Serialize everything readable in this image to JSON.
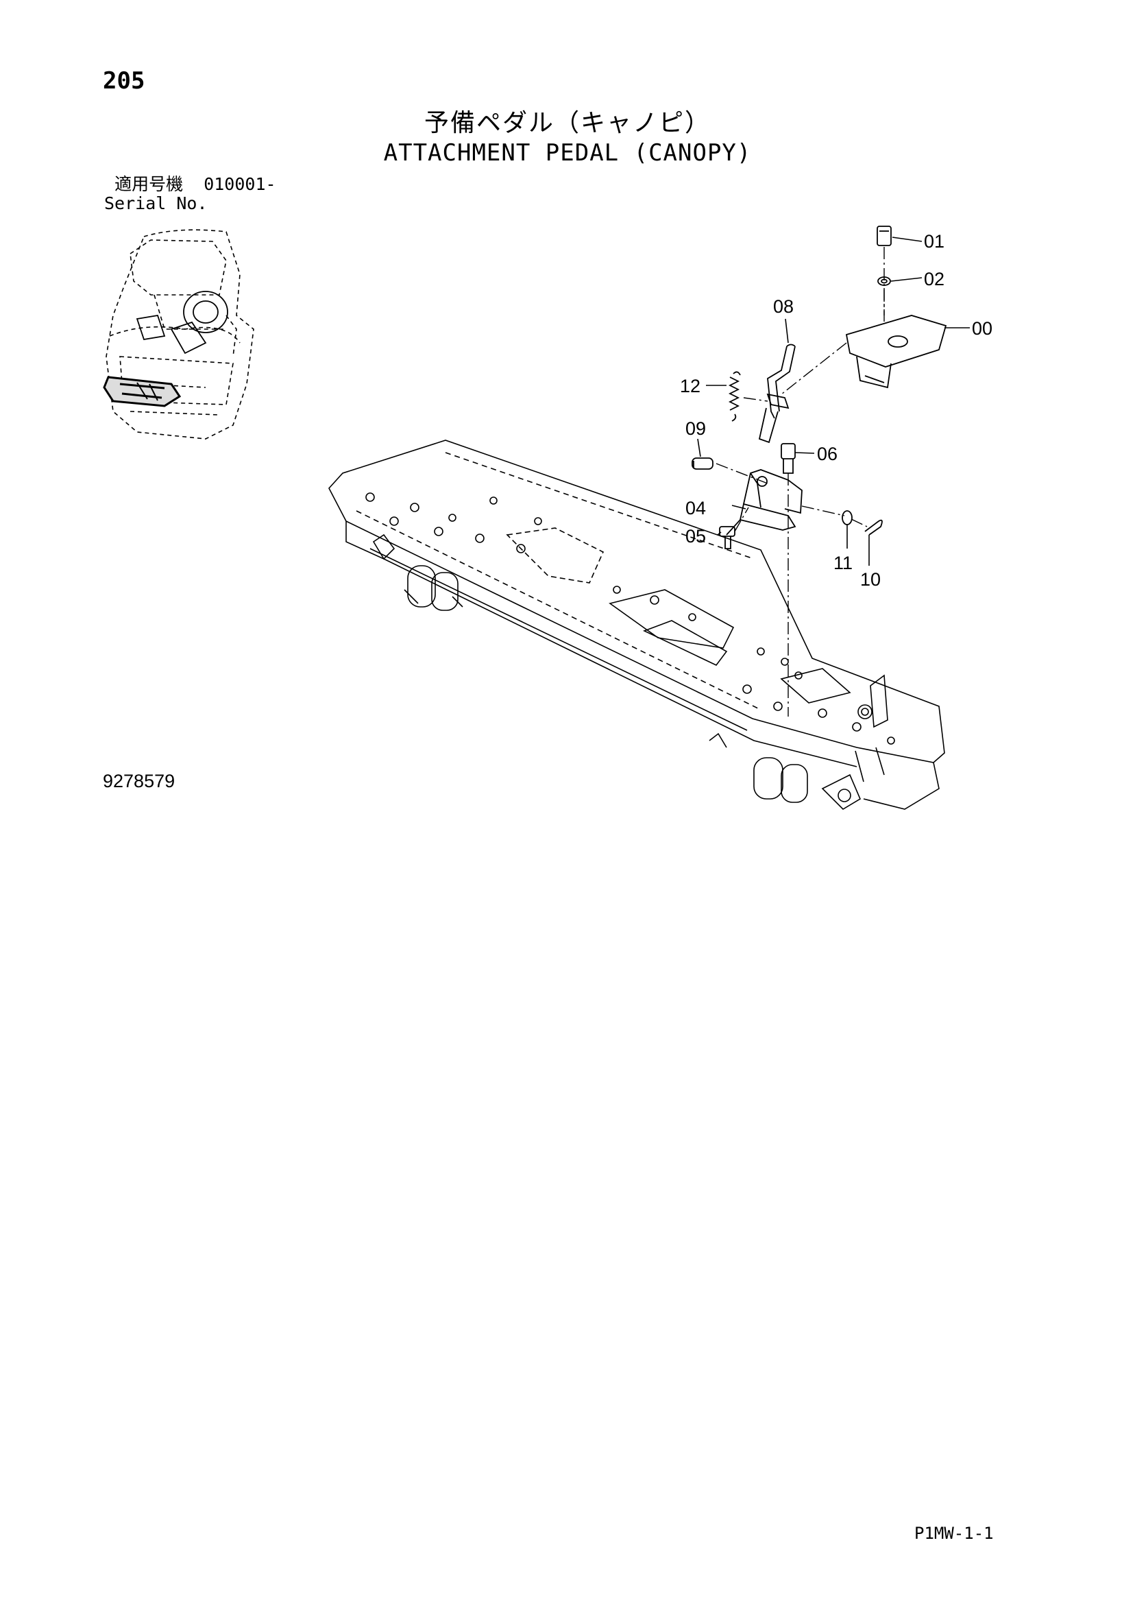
{
  "header": {
    "page_number": "205",
    "title_jp": "予備ペダル（キャノピ）",
    "title_en": "ATTACHMENT PEDAL (CANOPY)"
  },
  "serial": {
    "label_jp": "適用号機",
    "label_en": "Serial No.",
    "value": "010001-"
  },
  "callouts": {
    "c00": "00",
    "c01": "01",
    "c02": "02",
    "c04": "04",
    "c05": "05",
    "c06": "06",
    "c08": "08",
    "c09": "09",
    "c10": "10",
    "c11": "11",
    "c12": "12"
  },
  "drawing_number": "9278579",
  "footer": {
    "code": "P1MW-1-1"
  }
}
